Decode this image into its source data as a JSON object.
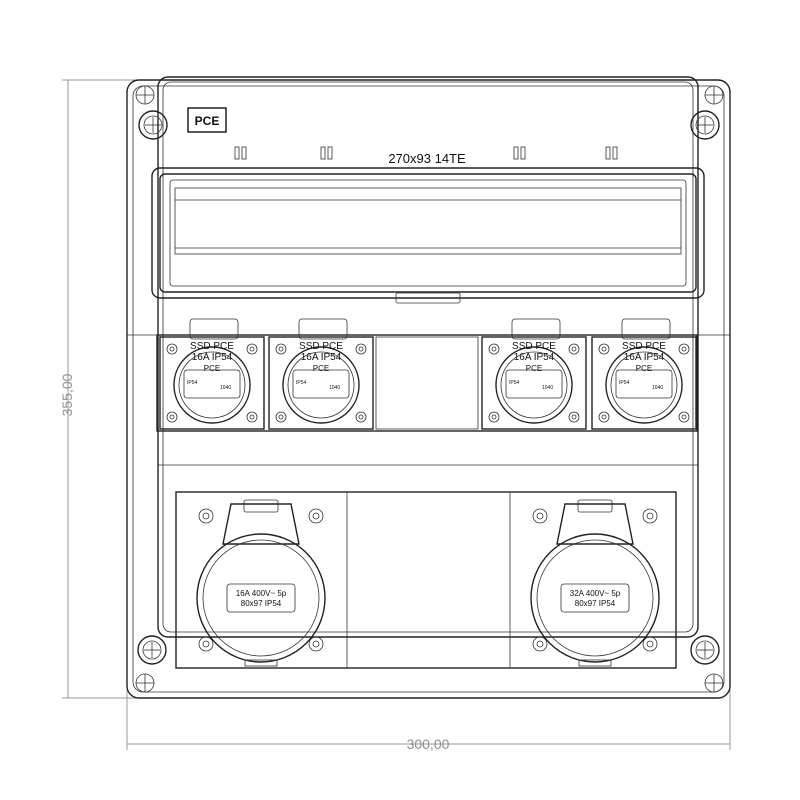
{
  "dimensions": {
    "height_label": "355,00",
    "width_label": "300,00"
  },
  "logo": "PCE",
  "din_rail_label": "270x93 14TE",
  "sockets_small": [
    {
      "line1": "SSD PCE",
      "line2": "16A IP54",
      "brand": "PCE",
      "small_left": "IP54",
      "small_right": "1040"
    },
    {
      "line1": "SSD PCE",
      "line2": "16A IP54",
      "brand": "PCE",
      "small_left": "IP54",
      "small_right": "1040"
    },
    {
      "line1": "SSD PCE",
      "line2": "16A IP54",
      "brand": "PCE",
      "small_left": "IP54",
      "small_right": "1040"
    },
    {
      "line1": "SSD PCE",
      "line2": "16A IP54",
      "brand": "PCE",
      "small_left": "IP54",
      "small_right": "1040"
    }
  ],
  "sockets_large": [
    {
      "line1": "16A 400V~ 5p",
      "line2": "80x97 IP54"
    },
    {
      "line1": "32A 400V~ 5p",
      "line2": "80x97 IP54"
    }
  ]
}
